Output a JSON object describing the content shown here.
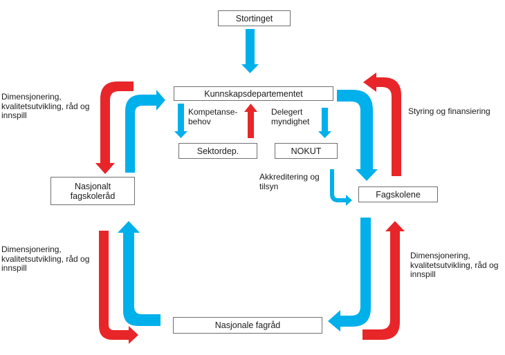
{
  "colors": {
    "blue": "#00b0eb",
    "red": "#e8262a",
    "box_border": "#6d6e71",
    "text": "#1a1a1a"
  },
  "nodes": {
    "stortinget": "Stortinget",
    "kunnskapsdepartementet": "Kunnskapsdepartementet",
    "sektordep": "Sektordep.",
    "nokut": "NOKUT",
    "nasjonalt_fagskolerad": "Nasjonalt\nfagskoleråd",
    "fagskolene": "Fagskolene",
    "nasjonale_fagrad": "Nasjonale fagråd"
  },
  "labels": {
    "kompetansebehov": "Kompetanse-\nbehov",
    "delegert_myndighet": "Delegert\nmyndighet",
    "akkreditering": "Akkreditering og\ntilsyn",
    "styring": "Styring og finansiering",
    "dim_top_left": "Dimensjonering,\nkvalitetsutvikling, råd og\ninnspill",
    "dim_bottom_left": "Dimensjonering,\nkvalitetsutvikling, råd og\ninnspill",
    "dim_bottom_right": "Dimensjonering,\nkvalitetsutvikling, råd og\ninnspill"
  },
  "edges": [
    {
      "from": "Stortinget",
      "to": "Kunnskapsdepartementet",
      "color": "blue"
    },
    {
      "from": "Kunnskapsdepartementet",
      "to": "Sektordep.",
      "color": "blue",
      "label": "Kompetansebehov"
    },
    {
      "from": "Sektordep.",
      "to": "Kunnskapsdepartementet",
      "color": "red"
    },
    {
      "from": "Kunnskapsdepartementet",
      "to": "NOKUT",
      "color": "blue",
      "label": "Delegert myndighet"
    },
    {
      "from": "NOKUT",
      "to": "Fagskolene",
      "color": "blue",
      "label": "Akkreditering og tilsyn"
    },
    {
      "from": "Kunnskapsdepartementet",
      "to": "Fagskolene",
      "color": "blue"
    },
    {
      "from": "Fagskolene",
      "to": "Kunnskapsdepartementet",
      "color": "red",
      "label": "Styring og finansiering"
    },
    {
      "from": "Kunnskapsdepartementet",
      "to": "Nasjonalt fagskoleråd",
      "color": "red"
    },
    {
      "from": "Nasjonalt fagskoleråd",
      "to": "Kunnskapsdepartementet",
      "color": "blue"
    },
    {
      "from": "Nasjonale fagråd",
      "to": "Nasjonalt fagskoleråd",
      "color": "blue"
    },
    {
      "from": "Nasjonalt fagskoleråd",
      "to": "Nasjonale fagråd",
      "color": "red"
    },
    {
      "from": "Fagskolene",
      "to": "Nasjonale fagråd",
      "color": "blue"
    },
    {
      "from": "Nasjonale fagråd",
      "to": "Fagskolene",
      "color": "red"
    }
  ]
}
